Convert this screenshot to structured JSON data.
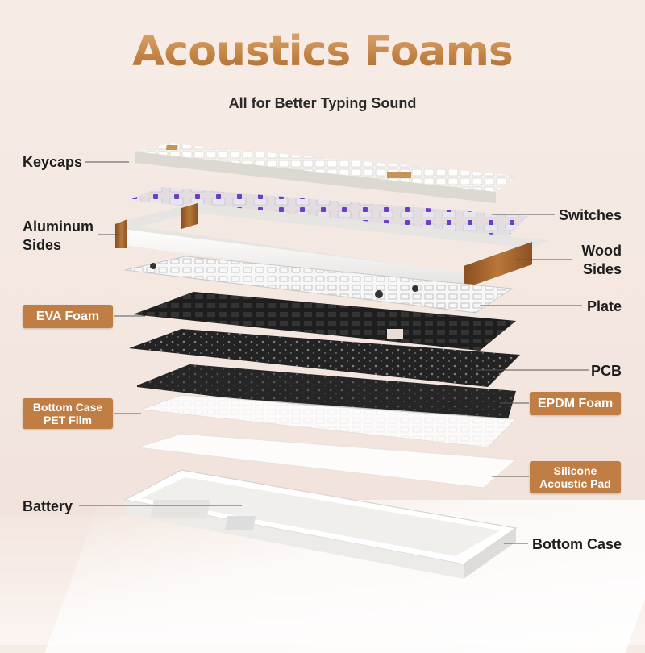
{
  "title": "Acoustics Foams",
  "subtitle": "All for Better Typing Sound",
  "labels": {
    "keycaps": "Keycaps",
    "aluminum_1": "Aluminum",
    "aluminum_2": "Sides",
    "eva_foam": "EVA Foam",
    "bottom_case_pet_1": "Bottom Case",
    "bottom_case_pet_2": "PET Film",
    "battery": "Battery",
    "switches": "Switches",
    "wood_1": "Wood",
    "wood_2": "Sides",
    "plate": "Plate",
    "pcb": "PCB",
    "epdm_foam": "EPDM Foam",
    "silicone_1": "Silicone",
    "silicone_2": "Acoustic Pad",
    "bottom_case": "Bottom Case"
  },
  "colors": {
    "accent": "#c07e44",
    "switch_stem": "#6b3fc4",
    "wood": "#a5622a",
    "black_layer": "#1c1c1c"
  }
}
